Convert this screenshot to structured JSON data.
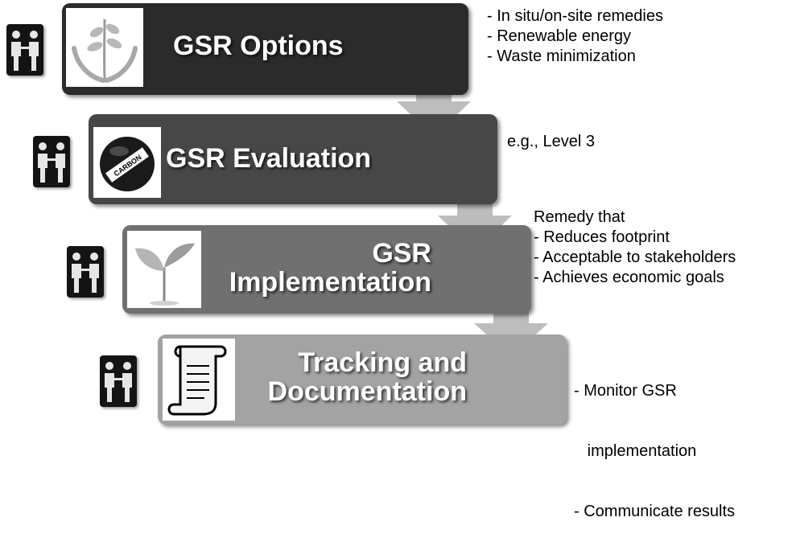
{
  "steps": [
    {
      "title_lines": [
        "GSR Options"
      ],
      "icon": "hands-plant-icon",
      "notes": [
        "- In situ/on-site remedies",
        "- Renewable energy",
        "- Waste minimization"
      ]
    },
    {
      "title_lines": [
        "GSR Evaluation"
      ],
      "icon": "carbon-ball-icon",
      "notes": [
        "e.g., Level 3"
      ]
    },
    {
      "title_lines": [
        "GSR",
        "Implementation"
      ],
      "icon": "sprout-icon",
      "notes": [
        "Remedy that",
        "- Reduces footprint",
        "- Acceptable to stakeholders",
        "- Achieves economic goals"
      ]
    },
    {
      "title_lines": [
        "Tracking and",
        "Documentation"
      ],
      "icon": "scroll-icon",
      "notes": [
        "- Monitor GSR",
        "   implementation",
        "- Communicate results"
      ]
    }
  ],
  "colors": {
    "step1": "#2b2b2b",
    "step2": "#474747",
    "step3": "#707070",
    "step4": "#a3a3a3",
    "arrow": "#bdbdbd"
  },
  "people_icon": "handshake-people-icon"
}
